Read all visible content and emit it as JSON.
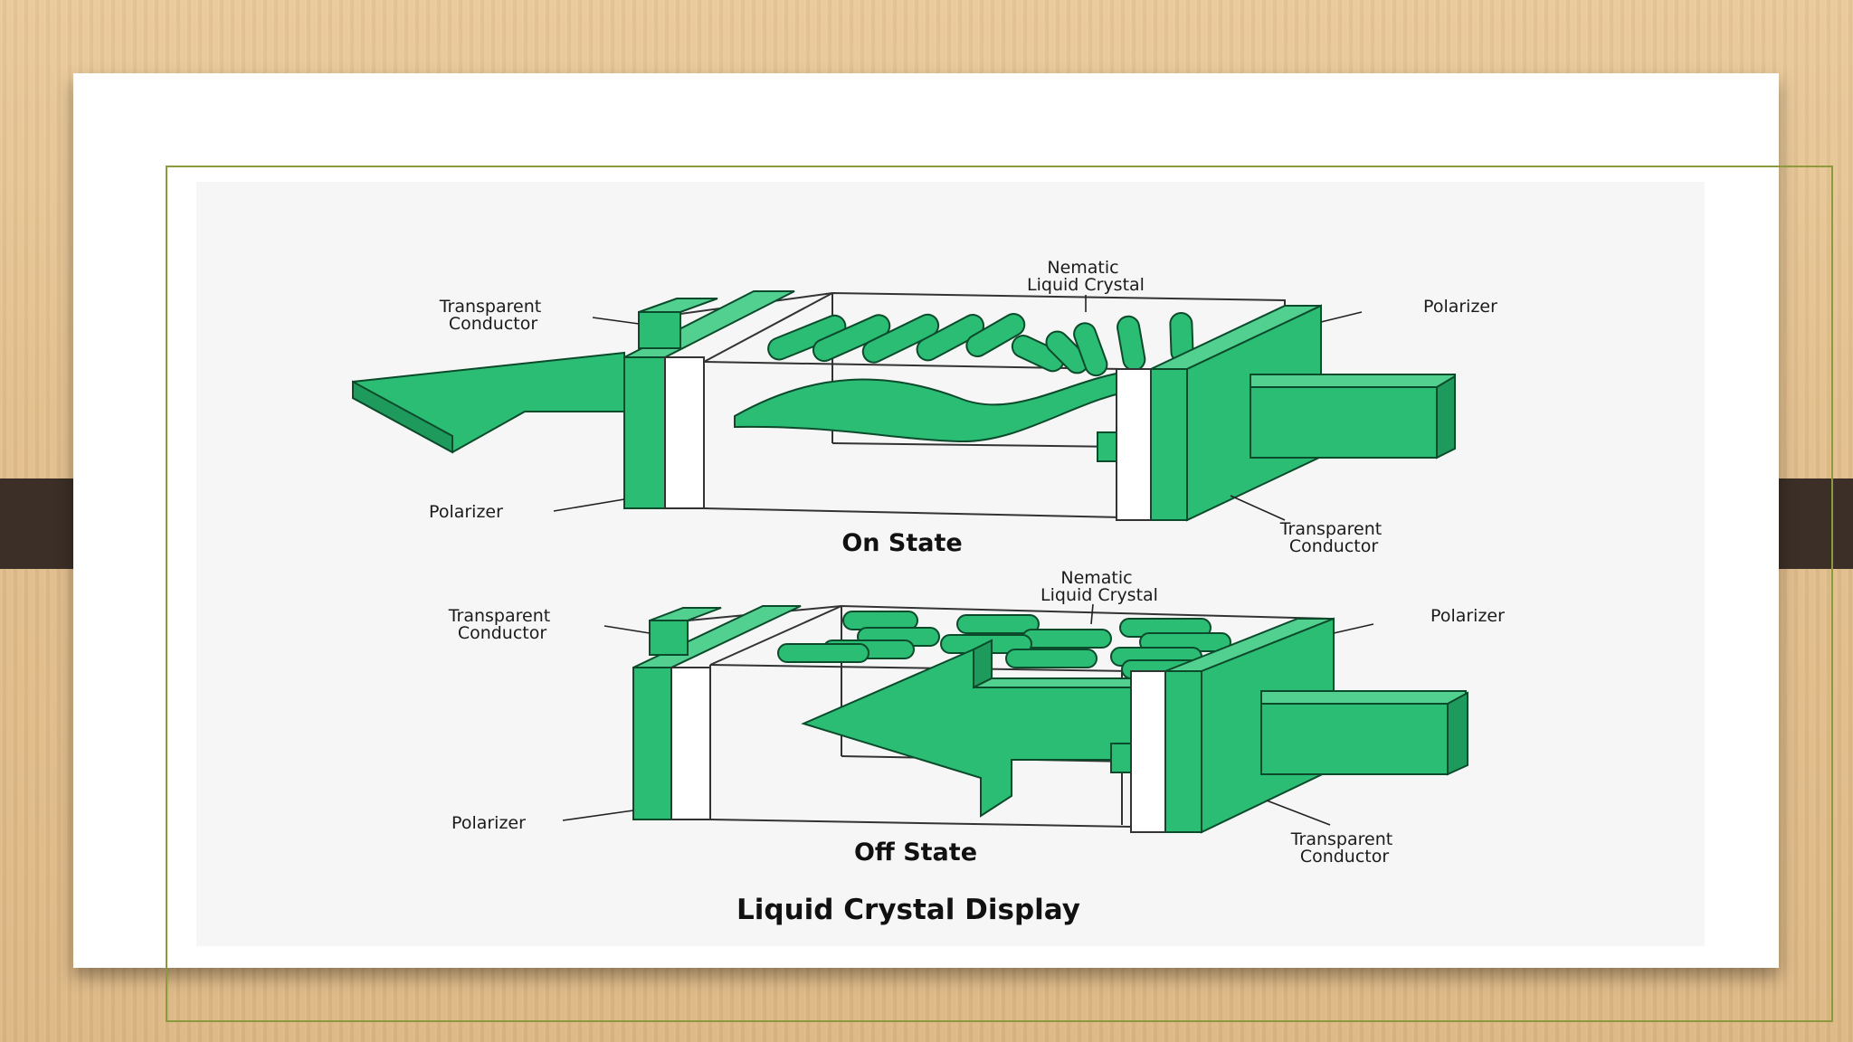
{
  "diagram": {
    "title": "Liquid Crystal Display",
    "on_state": {
      "caption": "On State",
      "labels": {
        "transparent_conductor_top": [
          "Transparent",
          "Conductor"
        ],
        "nematic_liquid_crystal": [
          "Nematic",
          "Liquid Crystal"
        ],
        "polarizer_right": "Polarizer",
        "polarizer_left": "Polarizer",
        "transparent_conductor_bottom": [
          "Transparent",
          "Conductor"
        ]
      }
    },
    "off_state": {
      "caption": "Off State",
      "labels": {
        "transparent_conductor_top": [
          "Transparent",
          "Conductor"
        ],
        "nematic_liquid_crystal": [
          "Nematic",
          "Liquid Crystal"
        ],
        "polarizer_right": "Polarizer",
        "polarizer_left": "Polarizer",
        "transparent_conductor_bottom": [
          "Transparent",
          "Conductor"
        ]
      }
    },
    "colors": {
      "accent_green": "#2bbd74",
      "outline": "#0b4a2a",
      "slide_border": "#8a9a3c"
    }
  }
}
